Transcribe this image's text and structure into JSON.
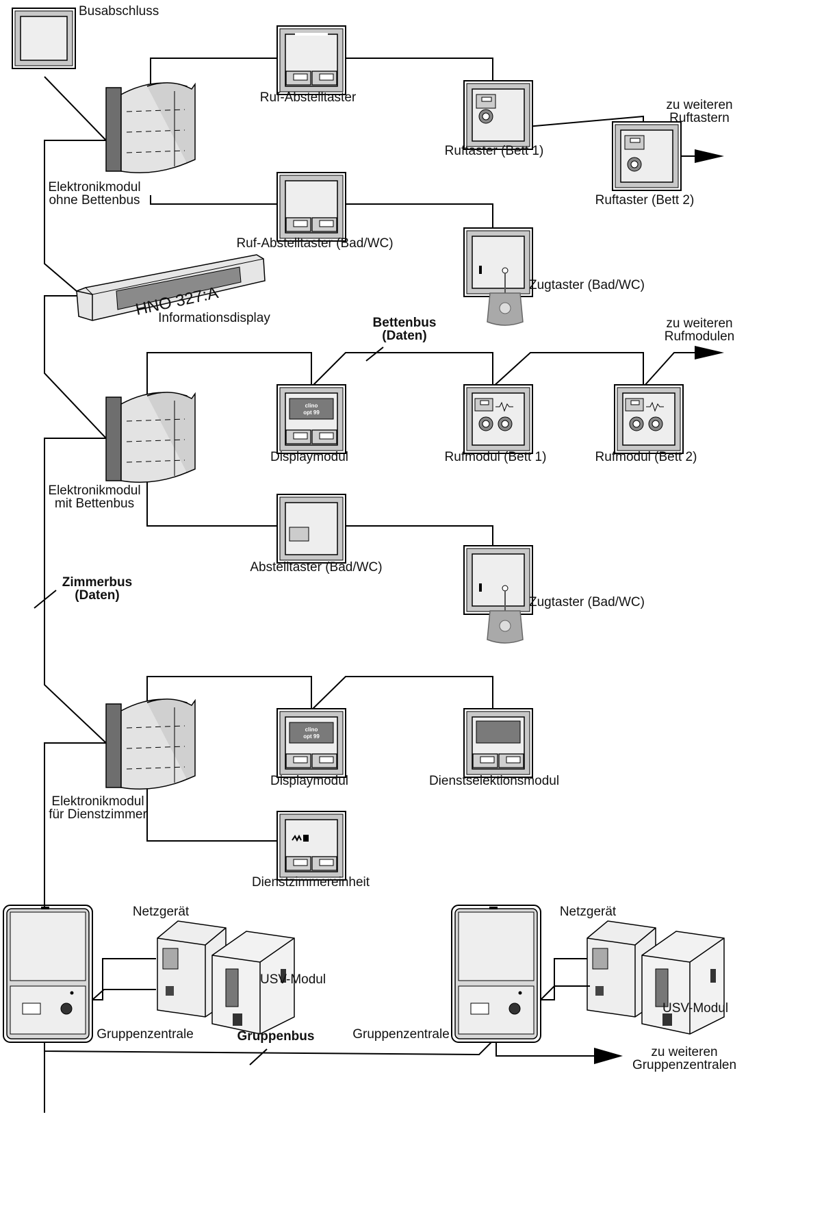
{
  "labels": {
    "busabschluss": "Busabschluss",
    "ruf_abstelltaster": "Ruf-Abstelltaster",
    "ruftaster_bett1": "Ruftaster (Bett 1)",
    "zu_weiteren_ruftastern_1": "zu weiteren",
    "zu_weiteren_ruftastern_2": "Ruftastern",
    "ruftaster_bett2": "Ruftaster (Bett 2)",
    "em_ohne_1": "Elektronikmodul",
    "em_ohne_2": "ohne Bettenbus",
    "ruf_abstelltaster_bad": "Ruf-Abstelltaster (Bad/WC)",
    "zugtaster_1": "Zugtaster (Bad/WC)",
    "infodisplay": "Informationsdisplay",
    "infodisplay_text": "HNO  327:A",
    "bettenbus_1": "Bettenbus",
    "bettenbus_2": "(Daten)",
    "zu_weiteren_rufmodulen_1": "zu weiteren",
    "zu_weiteren_rufmodulen_2": "Rufmodulen",
    "displaymodul_1": "Displaymodul",
    "rufmodul_bett1": "Rufmodul (Bett 1)",
    "rufmodul_bett2": "Rufmodul (Bett 2)",
    "em_mit_1": "Elektronikmodul",
    "em_mit_2": "mit Bettenbus",
    "abstelltaster_bad": "Abstelltaster (Bad/WC)",
    "zimmerbus_1": "Zimmerbus",
    "zimmerbus_2": "(Daten)",
    "zugtaster_2": "Zugtaster (Bad/WC)",
    "displaymodul_2": "Displaymodul",
    "dienstselektionsmodul": "Dienstselektionsmodul",
    "em_dienst_1": "Elektronikmodul",
    "em_dienst_2": "für Dienstzimmer",
    "dienstzimmereinheit": "Dienstzimmereinheit",
    "netzgeraet_1": "Netzgerät",
    "usv_1": "USV-Modul",
    "gruppenzentrale_1": "Gruppenzentrale",
    "gruppenbus": "Gruppenbus",
    "gruppenzentrale_2": "Gruppenzentrale",
    "netzgeraet_2": "Netzgerät",
    "usv_2": "USV-Modul",
    "zu_weiteren_gz_1": "zu weiteren",
    "zu_weiteren_gz_2": "Gruppenzentralen",
    "display_module_text_1": "clino",
    "display_module_text_2": "opt 99"
  }
}
